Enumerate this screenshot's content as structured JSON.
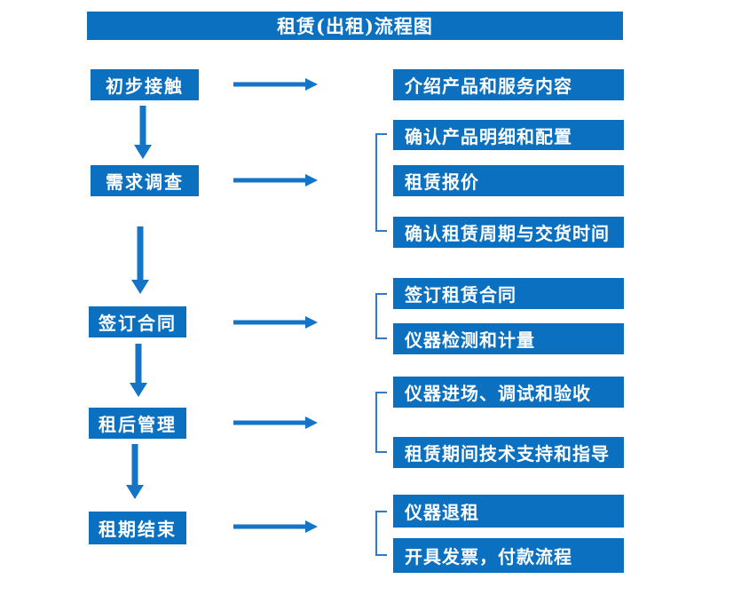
{
  "title": "租赁(出租)流程图",
  "colors": {
    "box_blue": "#0b70c0",
    "arrow_blue": "#1474c8",
    "bracket_blue": "#2f7ac5",
    "text": "#ffffff",
    "background": "#ffffff"
  },
  "steps": [
    {
      "label": "初步接触",
      "details": [
        "介绍产品和服务内容"
      ]
    },
    {
      "label": "需求调查",
      "details": [
        "确认产品明细和配置",
        "租赁报价",
        "确认租赁周期与交货时间"
      ]
    },
    {
      "label": "签订合同",
      "details": [
        "签订租赁合同",
        "仪器检测和计量"
      ]
    },
    {
      "label": "租后管理",
      "details": [
        "仪器进场、调试和验收",
        "租赁期间技术支持和指导"
      ]
    },
    {
      "label": "租期结束",
      "details": [
        "仪器退租",
        "开具发票，付款流程"
      ]
    }
  ]
}
